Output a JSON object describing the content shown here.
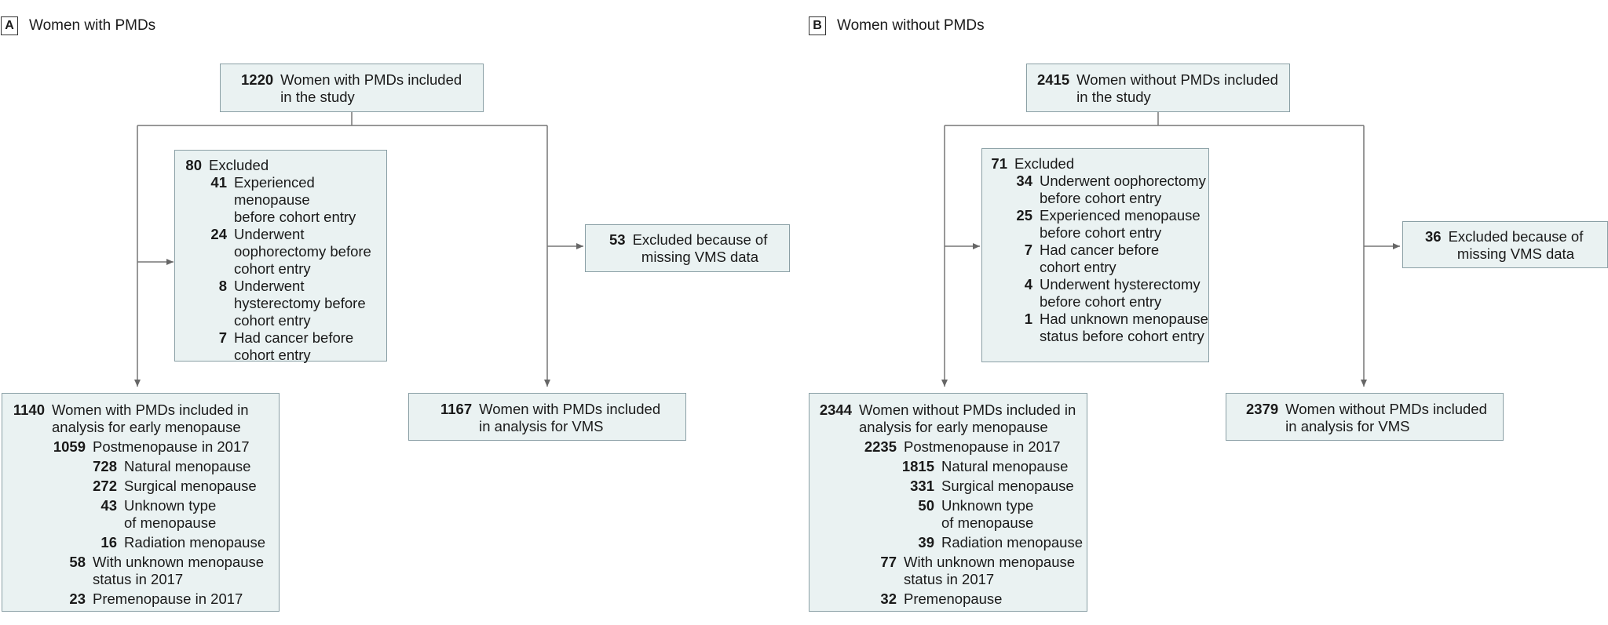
{
  "panel_a": {
    "tag": "A",
    "title": "Women with PMDs",
    "top": {
      "count": "1220",
      "text": [
        "Women with PMDs included",
        "in the study"
      ]
    },
    "excluded": {
      "count": "80",
      "label": "Excluded",
      "items": [
        {
          "count": "41",
          "text": [
            "Experienced menopause",
            "before cohort entry"
          ]
        },
        {
          "count": "24",
          "text": [
            "Underwent",
            "oophorectomy before",
            "cohort entry"
          ]
        },
        {
          "count": "8",
          "text": [
            "Underwent",
            "hysterectomy before",
            "cohort entry"
          ]
        },
        {
          "count": "7",
          "text": [
            "Had cancer before",
            "cohort entry"
          ]
        }
      ]
    },
    "vms_excluded": {
      "count": "53",
      "text": [
        "Excluded because of",
        "missing VMS data"
      ]
    },
    "analysis_early": {
      "count": "1140",
      "text": [
        "Women with PMDs included in",
        "analysis for early menopause"
      ],
      "post": {
        "count": "1059",
        "text": [
          "Postmenopause in 2017"
        ]
      },
      "sub": [
        {
          "count": "728",
          "text": [
            "Natural menopause"
          ]
        },
        {
          "count": "272",
          "text": [
            "Surgical menopause"
          ]
        },
        {
          "count": "43",
          "text": [
            "Unknown type",
            "of menopause"
          ]
        },
        {
          "count": "16",
          "text": [
            "Radiation menopause"
          ]
        }
      ],
      "tail": [
        {
          "count": "58",
          "text": [
            "With unknown menopause",
            "status in 2017"
          ]
        },
        {
          "count": "23",
          "text": [
            "Premenopause in 2017"
          ]
        }
      ]
    },
    "analysis_vms": {
      "count": "1167",
      "text": [
        "Women with PMDs included",
        "in analysis for VMS"
      ]
    }
  },
  "panel_b": {
    "tag": "B",
    "title": "Women without PMDs",
    "top": {
      "count": "2415",
      "text": [
        "Women without PMDs included",
        "in the study"
      ]
    },
    "excluded": {
      "count": "71",
      "label": "Excluded",
      "items": [
        {
          "count": "34",
          "text": [
            "Underwent oophorectomy",
            "before cohort entry"
          ]
        },
        {
          "count": "25",
          "text": [
            "Experienced menopause",
            "before cohort entry"
          ]
        },
        {
          "count": "7",
          "text": [
            "Had cancer before",
            "cohort entry"
          ]
        },
        {
          "count": "4",
          "text": [
            "Underwent hysterectomy",
            "before cohort entry"
          ]
        },
        {
          "count": "1",
          "text": [
            "Had unknown menopause",
            "status before cohort entry"
          ]
        }
      ]
    },
    "vms_excluded": {
      "count": "36",
      "text": [
        "Excluded because of",
        "missing VMS data"
      ]
    },
    "analysis_early": {
      "count": "2344",
      "text": [
        "Women without PMDs included in",
        "analysis for early menopause"
      ],
      "post": {
        "count": "2235",
        "text": [
          "Postmenopause in 2017"
        ]
      },
      "sub": [
        {
          "count": "1815",
          "text": [
            "Natural menopause"
          ]
        },
        {
          "count": "331",
          "text": [
            "Surgical menopause"
          ]
        },
        {
          "count": "50",
          "text": [
            "Unknown type",
            "of menopause"
          ]
        },
        {
          "count": "39",
          "text": [
            "Radiation menopause"
          ]
        }
      ],
      "tail": [
        {
          "count": "77",
          "text": [
            "With unknown menopause",
            "status in 2017"
          ]
        },
        {
          "count": "32",
          "text": [
            "Premenopause"
          ]
        }
      ]
    },
    "analysis_vms": {
      "count": "2379",
      "text": [
        "Women without PMDs included",
        "in analysis for VMS"
      ]
    }
  }
}
